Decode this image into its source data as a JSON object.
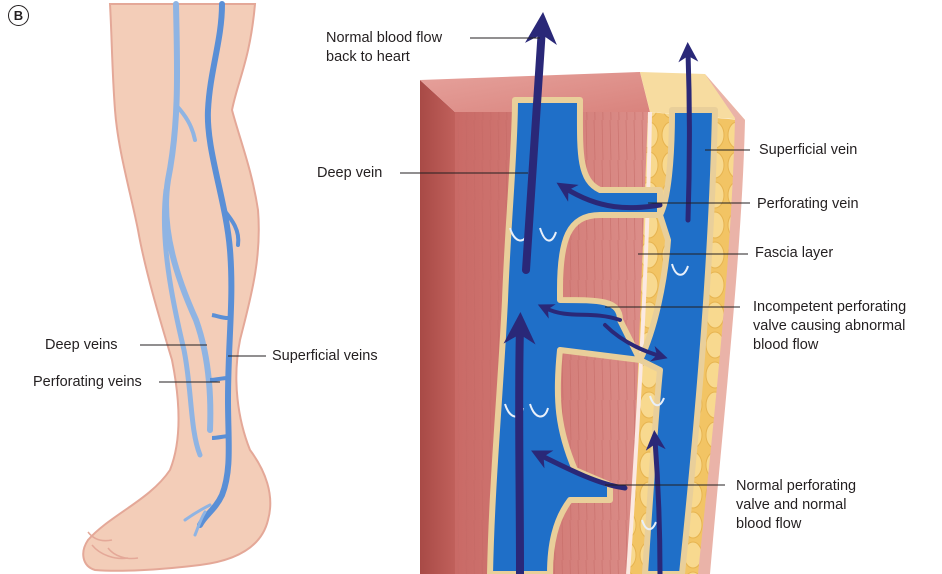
{
  "figure": {
    "panel_label": "B",
    "leg_illustration": {
      "labels": {
        "deep_veins": "Deep veins",
        "perforating_veins": "Perforating veins",
        "superficial_veins": "Superficial veins"
      }
    },
    "cross_section": {
      "labels": {
        "normal_flow": "Normal blood flow\nback to heart",
        "deep_vein": "Deep vein",
        "superficial_vein": "Superficial vein",
        "perforating_vein": "Perforating vein",
        "fascia_layer": "Fascia layer",
        "incompetent_valve": "Incompetent perforating\nvalve causing abnormal\nblood flow",
        "normal_valve": "Normal perforating\nvalve and normal\nblood flow"
      }
    },
    "colors": {
      "skin": "#f3cdb8",
      "skin_outline": "#e4a898",
      "leg_vein_light": "#8fb4e3",
      "leg_vein_dark": "#5a8fd6",
      "muscle": "#d98a86",
      "muscle_dark": "#b85a55",
      "vein_blue": "#1f6fc8",
      "vein_wall": "#e9cf9a",
      "fat": "#f5cf7a",
      "dermis": "#eab3a8",
      "flow_arrow": "#2a2878",
      "leader_line": "#231f20"
    }
  }
}
